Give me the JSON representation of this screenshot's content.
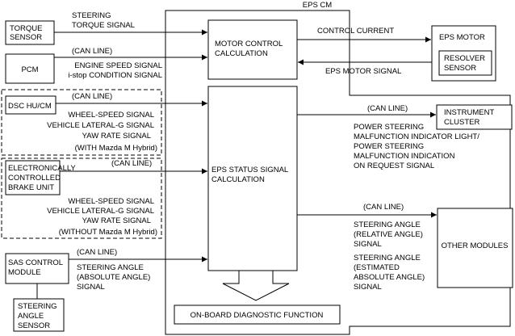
{
  "frame": {
    "title": "EPS CM"
  },
  "blocks": {
    "torque_sensor": [
      "TORQUE",
      "SENSOR"
    ],
    "pcm": [
      "PCM"
    ],
    "dsc": [
      "DSC HU/CM"
    ],
    "brake_unit": [
      "ELECTRONICALLY",
      "CONTROLLED",
      "BRAKE UNIT"
    ],
    "sas_module": [
      "SAS CONTROL",
      "MODULE"
    ],
    "steering_angle_sensor": [
      "STEERING",
      "ANGLE",
      "SENSOR"
    ],
    "motor_control": [
      "MOTOR CONTROL",
      "CALCULATION"
    ],
    "eps_status": [
      "EPS STATUS SIGNAL",
      "CALCULATION"
    ],
    "eps_motor": [
      "EPS MOTOR"
    ],
    "resolver": [
      "RESOLVER",
      "SENSOR"
    ],
    "instrument_cluster": [
      "INSTRUMENT",
      "CLUSTER"
    ],
    "other_modules": [
      "OTHER MODULES"
    ],
    "obd": [
      "ON-BOARD DIAGNOSTIC FUNCTION"
    ]
  },
  "signals": {
    "torque": [
      "STEERING",
      "TORQUE SIGNAL"
    ],
    "pcm_can": "(CAN LINE)",
    "pcm": [
      "ENGINE SPEED SIGNAL",
      "i-stop CONDITION SIGNAL"
    ],
    "dsc_can": "(CAN LINE)",
    "dsc": [
      "WHEEL-SPEED SIGNAL",
      "VEHICLE LATERAL-G SIGNAL",
      "YAW RATE SIGNAL"
    ],
    "with_hybrid": "(WITH Mazda M Hybrid)",
    "brake_can": "(CAN LINE)",
    "brake": [
      "WHEEL-SPEED SIGNAL",
      "VEHICLE LATERAL-G SIGNAL",
      "YAW RATE SIGNAL"
    ],
    "without_hybrid": "(WITHOUT Mazda M Hybrid)",
    "sas_can": "(CAN LINE)",
    "sas": [
      "STEERING ANGLE",
      "(ABSOLUTE ANGLE)",
      "SIGNAL"
    ],
    "control_current": "CONTROL CURRENT",
    "eps_motor_signal": "EPS MOTOR SIGNAL",
    "cluster_can": "(CAN LINE)",
    "cluster": [
      "POWER STEERING",
      "MALFUNCTION INDICATOR LIGHT/",
      "POWER STEERING",
      "MALFUNCTION INDICATION",
      "ON REQUEST SIGNAL"
    ],
    "other_can": "(CAN LINE)",
    "other_relative": [
      "STEERING ANGLE",
      "(RELATIVE ANGLE)",
      "SIGNAL"
    ],
    "other_estimated": [
      "STEERING ANGLE",
      "(ESTIMATED",
      "ABSOLUTE ANGLE)",
      "SIGNAL"
    ]
  }
}
